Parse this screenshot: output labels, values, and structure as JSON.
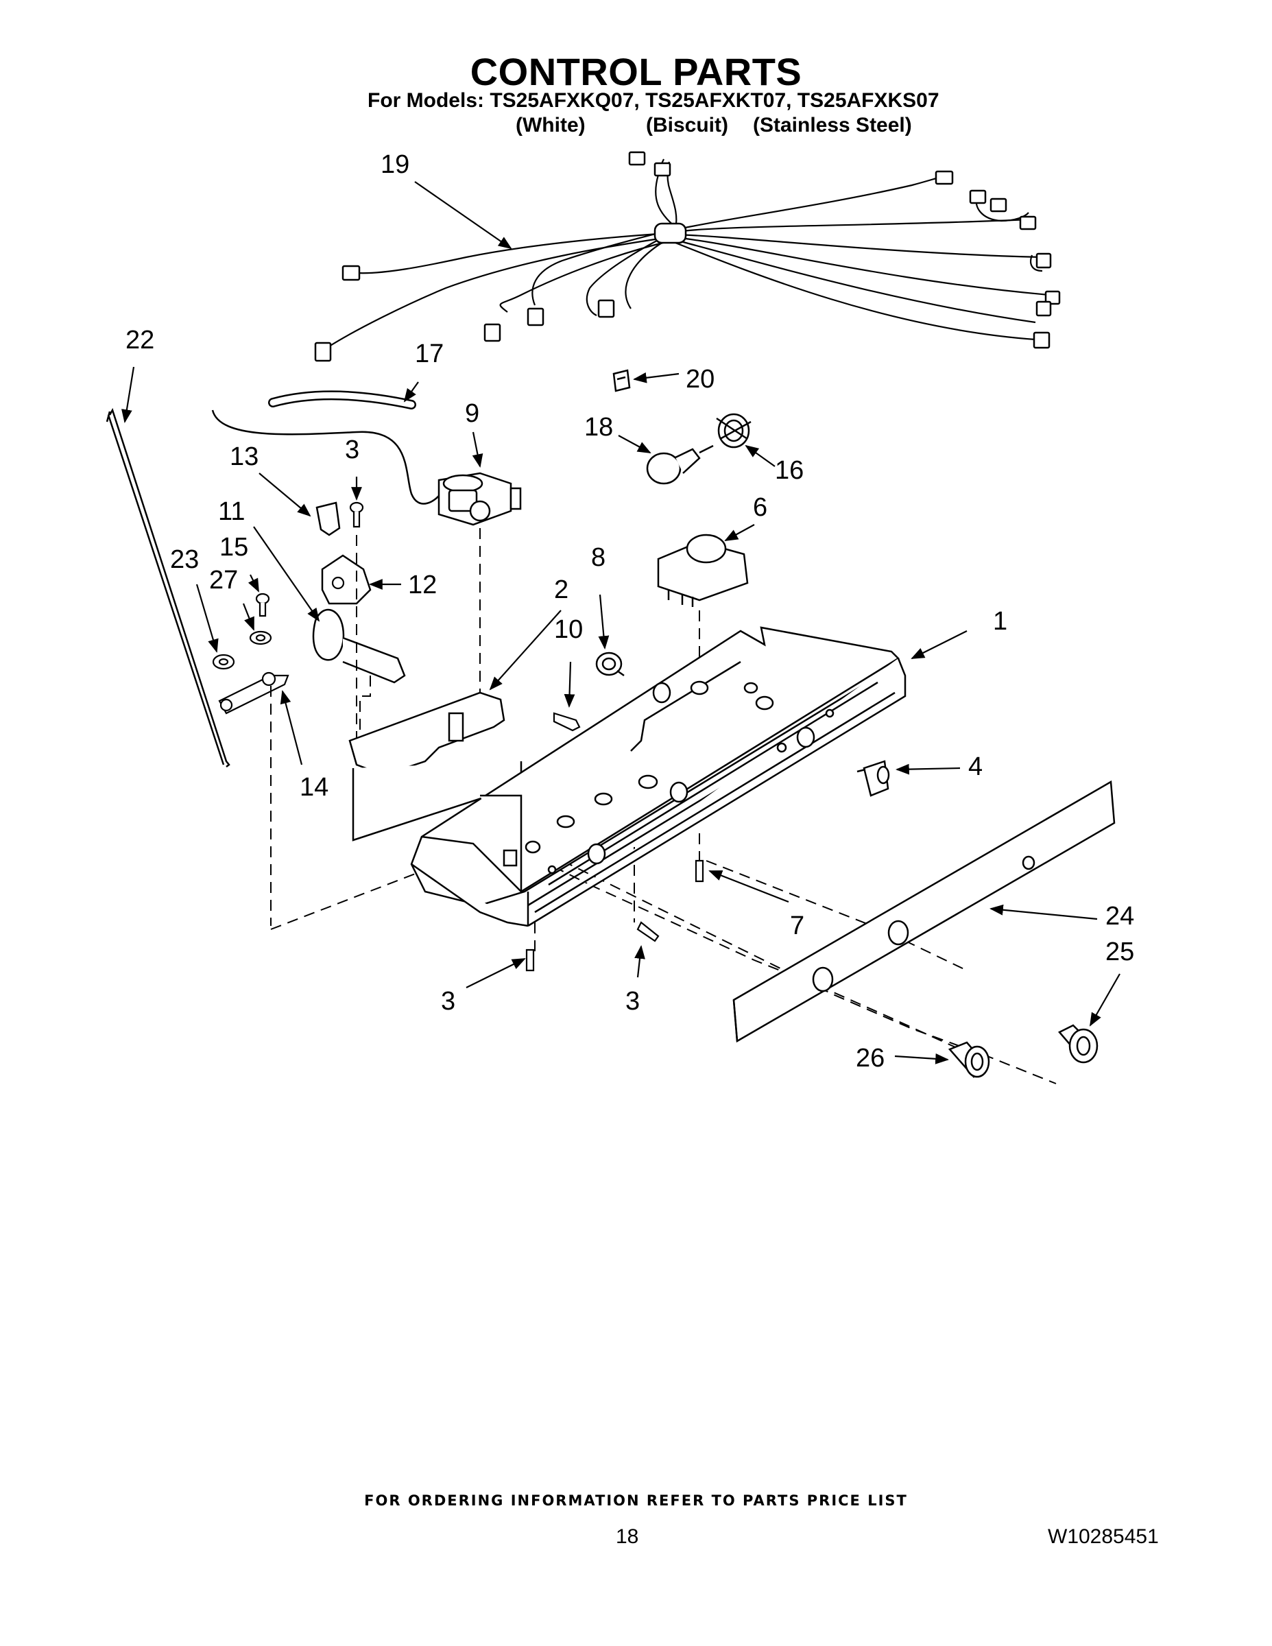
{
  "header": {
    "title": "CONTROL PARTS",
    "models_line": "For Models: TS25AFXKQ07, TS25AFXKT07, TS25AFXKS07",
    "variants": [
      "(White)",
      "(Biscuit)",
      "(Stainless Steel)"
    ]
  },
  "diagram": {
    "callouts": [
      {
        "id": "c19",
        "label": "19"
      },
      {
        "id": "c22",
        "label": "22"
      },
      {
        "id": "c17",
        "label": "17"
      },
      {
        "id": "c20",
        "label": "20"
      },
      {
        "id": "c9",
        "label": "9"
      },
      {
        "id": "c18",
        "label": "18"
      },
      {
        "id": "c16",
        "label": "16"
      },
      {
        "id": "c13",
        "label": "13"
      },
      {
        "id": "c3a",
        "label": "3"
      },
      {
        "id": "c11",
        "label": "11"
      },
      {
        "id": "c6",
        "label": "6"
      },
      {
        "id": "c15",
        "label": "15"
      },
      {
        "id": "c12",
        "label": "12"
      },
      {
        "id": "c23",
        "label": "23"
      },
      {
        "id": "c8",
        "label": "8"
      },
      {
        "id": "c27",
        "label": "27"
      },
      {
        "id": "c2",
        "label": "2"
      },
      {
        "id": "c1",
        "label": "1"
      },
      {
        "id": "c10",
        "label": "10"
      },
      {
        "id": "c4",
        "label": "4"
      },
      {
        "id": "c14",
        "label": "14"
      },
      {
        "id": "c24",
        "label": "24"
      },
      {
        "id": "c7",
        "label": "7"
      },
      {
        "id": "c25",
        "label": "25"
      },
      {
        "id": "c3b",
        "label": "3"
      },
      {
        "id": "c3c",
        "label": "3"
      },
      {
        "id": "c26",
        "label": "26"
      }
    ]
  },
  "footer": {
    "note": "FOR ORDERING INFORMATION REFER TO PARTS PRICE LIST",
    "page": "18",
    "doc_number": "W10285451"
  }
}
